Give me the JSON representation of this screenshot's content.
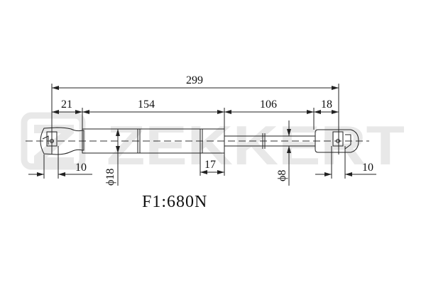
{
  "watermark": {
    "brand": "ZEKKERT",
    "color": "#e6e6e6"
  },
  "dimensions": {
    "total_length": "299",
    "left_eye_offset": "21",
    "body_length": "154",
    "rod_length": "106",
    "right_eye_offset": "18",
    "left_eye_width": "10",
    "right_eye_width": "10",
    "body_end_cap": "17",
    "body_diameter": "ϕ18",
    "rod_diameter": "ϕ8"
  },
  "force": {
    "label": "F1:680N"
  },
  "colors": {
    "line": "#222222",
    "watermark": "#e6e6e6"
  }
}
